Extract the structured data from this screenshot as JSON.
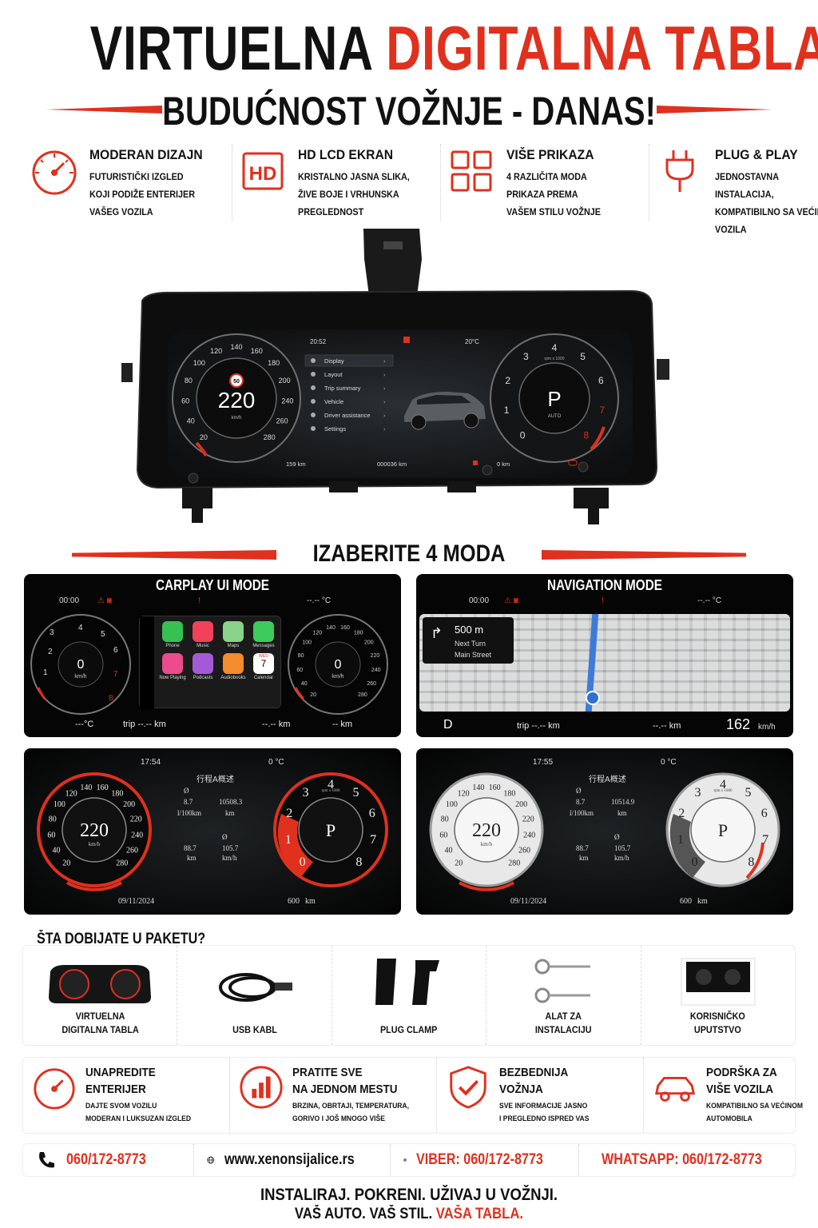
{
  "header": {
    "title_black": "VIRTUELNA",
    "title_red": "DIGITALNA TABLA",
    "subtitle": "BUDUĆNOST VOŽNJE - DANAS!"
  },
  "features": [
    {
      "icon": "speedometer-icon",
      "title": "MODERAN DIZAJN",
      "text": "FUTURISTIČKI IZGLED\nKOJI PODIŽE ENTERIJER\nVAŠEG VOZILA"
    },
    {
      "icon": "hd-icon",
      "title": "HD LCD EKRAN",
      "text": "KRISTALNO JASNA SLIKA,\nŽIVE BOJE I VRHUNSKA\nPREGLEDNOST",
      "badge": "HD"
    },
    {
      "icon": "grid-icon",
      "title": "VIŠE PRIKAZA",
      "text": "4 RAZLIČITA MODA\nPRIKAZA PREMA\nVAŠEM STILU VOŽNJE"
    },
    {
      "icon": "plug-icon",
      "title": "PLUG & PLAY",
      "text": "JEDNOSTAVNA INSTALACIJA,\nKOMPATIBILNO SA VEĆINOM\nVOZILA"
    }
  ],
  "hero_cluster": {
    "time": "20:52",
    "temp": "20°C",
    "speed": "220",
    "speed_unit": "km/h",
    "speed_limit": "50",
    "speed_ticks": [
      "20",
      "40",
      "60",
      "80",
      "100",
      "120",
      "140",
      "160",
      "180",
      "200",
      "240",
      "260",
      "280"
    ],
    "gear": "P",
    "gear_mode": "AUTO",
    "rpm_unit": "rpm x 1000",
    "rpm_ticks": [
      "0",
      "1",
      "2",
      "3",
      "4",
      "5",
      "6",
      "7",
      "8"
    ],
    "menu": [
      "Display",
      "Layout",
      "Trip summary",
      "Vehicle",
      "Driver assistance",
      "Settings"
    ],
    "range": "159 km",
    "odometer": "000036 km",
    "trip": "0 km"
  },
  "modes_title": "IZABERITE 4 MODA",
  "modes": {
    "carplay": {
      "title": "CARPLAY UI MODE",
      "time": "00:00",
      "temp": "--.-- °C",
      "left_value": "0",
      "left_unit": "km/h",
      "right_value": "0",
      "right_unit": "km/h",
      "apps": [
        "Phone",
        "Music",
        "Maps",
        "Messages",
        "Now Playing",
        "Podcasts",
        "Audiobooks",
        "Calendar"
      ],
      "calendar_day": "WED",
      "calendar_date": "7",
      "bottom_temp": "---°C",
      "trip": "trip --.-- km",
      "range": "--.-- km",
      "fuel": "-- km"
    },
    "navigation": {
      "title": "NAVIGATION MODE",
      "time": "00:00",
      "temp": "--.-- °C",
      "distance": "500 m",
      "instruction": "Next Turn",
      "street": "Main Street",
      "gear": "D",
      "trip": "trip --.-- km",
      "range": "--.-- km",
      "speed": "162",
      "speed_unit": "km/h"
    },
    "sport_red": {
      "time": "17:54",
      "temp": "0 °C",
      "heading": "行程A概述",
      "speed": "220",
      "speed_unit": "km/h",
      "speed_ticks": [
        "20",
        "40",
        "60",
        "80",
        "100",
        "120",
        "140",
        "160",
        "180",
        "200",
        "220",
        "240",
        "260",
        "280"
      ],
      "stats": [
        {
          "label": "Ø",
          "value": "8.7",
          "unit": "l/100km"
        },
        {
          "label": "",
          "value": "10508.3",
          "unit": "km"
        },
        {
          "label": "",
          "value": "88.7",
          "unit": "km"
        },
        {
          "label": "Ø",
          "value": "105.7",
          "unit": "km/h"
        }
      ],
      "gear": "P",
      "rpm_unit": "rpm x 1000",
      "rpm_ticks": [
        "0",
        "1",
        "2",
        "3",
        "4",
        "5",
        "6",
        "7",
        "8"
      ],
      "date": "09/11/2024",
      "range": "600",
      "range_unit": "km"
    },
    "classic_white": {
      "time": "17:55",
      "temp": "0 °C",
      "heading": "行程A概述",
      "speed": "220",
      "speed_unit": "km/h",
      "speed_ticks": [
        "20",
        "40",
        "60",
        "80",
        "100",
        "120",
        "140",
        "160",
        "180",
        "200",
        "220",
        "240",
        "260",
        "280"
      ],
      "stats": [
        {
          "label": "Ø",
          "value": "8.7",
          "unit": "l/100km"
        },
        {
          "label": "",
          "value": "10514.9",
          "unit": "km"
        },
        {
          "label": "",
          "value": "88.7",
          "unit": "km"
        },
        {
          "label": "Ø",
          "value": "105.7",
          "unit": "km/h"
        }
      ],
      "gear": "P",
      "rpm_unit": "rpm x 1000",
      "rpm_ticks": [
        "0",
        "1",
        "2",
        "3",
        "4",
        "5",
        "6",
        "7",
        "8"
      ],
      "date": "09/11/2024",
      "range": "600",
      "range_unit": "km"
    }
  },
  "package": {
    "title": "ŠTA DOBIJATE U PAKETU?",
    "items": [
      {
        "icon": "cluster-icon",
        "label": "VIRTUELNA\nDIGITALNA TABLA"
      },
      {
        "icon": "usb-cable-icon",
        "label": "USB KABL"
      },
      {
        "icon": "clamp-icon",
        "label": "PLUG CLAMP"
      },
      {
        "icon": "removal-tool-icon",
        "label": "ALAT ZA\nINSTALACIJU"
      },
      {
        "icon": "manual-icon",
        "label": "KORISNIČKO\nUPUTSTVO"
      }
    ]
  },
  "benefits": [
    {
      "icon": "speedometer-icon",
      "title": "UNAPREDITE\nENTERIJER",
      "text": "DAJTE SVOM VOZILU\nMODERAN I LUKSUZAN IZGLED"
    },
    {
      "icon": "bar-chart-icon",
      "title": "PRATITE SVE\nNA JEDNOM MESTU",
      "text": "BRZINA, OBRTAJI, TEMPERATURA,\nGORIVO I JOŠ MNOGO VIŠE"
    },
    {
      "icon": "shield-check-icon",
      "title": "BEZBEDNIJA\nVOŽNJA",
      "text": "SVE INFORMACIJE JASNO\nI PREGLEDNO ISPRED VAS"
    },
    {
      "icon": "car-icon",
      "title": "PODRŠKA ZA\nVIŠE VOZILA",
      "text": "KOMPATIBILNO SA VEĆINOM\nAUTOMOBILA"
    }
  ],
  "contact": {
    "phone": "060/172-8773",
    "website": "www.xenonsijalice.rs",
    "viber": "VIBER: 060/172-8773",
    "whatsapp": "WHATSAPP: 060/172-8773"
  },
  "footer": {
    "line1": "INSTALIRAJ. POKRENI. UŽIVAJ U VOŽNJI.",
    "line2_black": "VAŠ AUTO. VAŠ STIL.",
    "line2_red": "VAŠA TABLA."
  },
  "colors": {
    "accent": "#e0301e",
    "dark": "#111111",
    "viber": "#7b519d",
    "whatsapp": "#25d366"
  }
}
